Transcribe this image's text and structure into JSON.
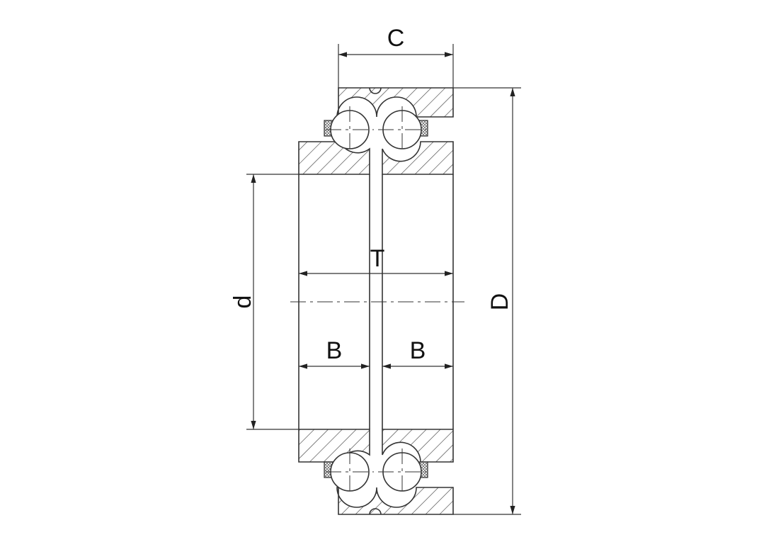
{
  "labels": {
    "C": "C",
    "T": "T",
    "d": "d",
    "D": "D",
    "B_left": "B",
    "B_right": "B"
  }
}
